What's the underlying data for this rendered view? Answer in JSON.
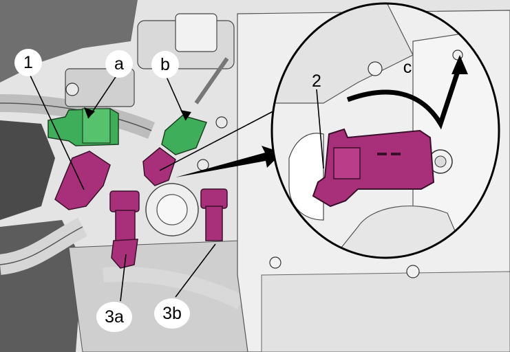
{
  "diagram": {
    "callouts": {
      "c1": "1",
      "ca": "a",
      "cb": "b",
      "c2": "2",
      "cc": "c",
      "c3a": "3a",
      "c3b": "3b"
    },
    "colors": {
      "green_connector": "#3fae5a",
      "magenta_connector": "#a8307a",
      "engine_light": "#ececec",
      "engine_dark": "#3a3a3a",
      "line": "#000000"
    }
  }
}
